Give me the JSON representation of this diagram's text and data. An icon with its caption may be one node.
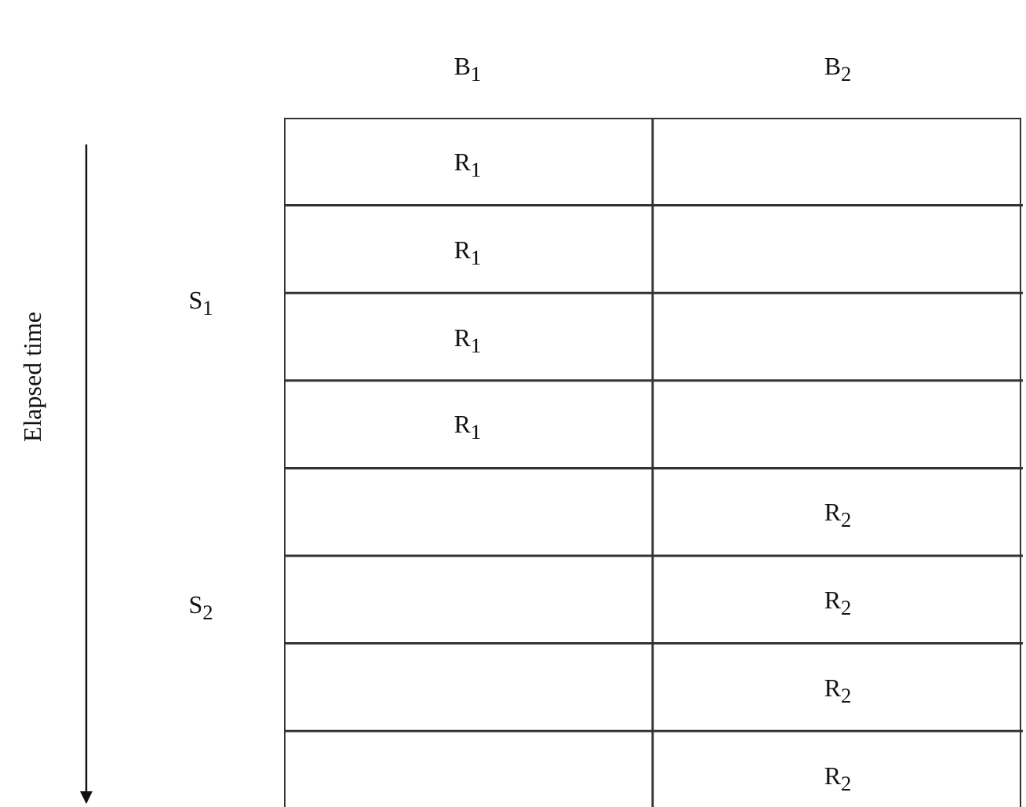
{
  "diagram": {
    "labels": [
      "B$_{1}$",
      "B$_{2}$",
      "Elapsed time",
      "S$_{1}$",
      "S$_{2}$",
      "R$_{1}$",
      "R$_{1}$",
      "R$_{1}$",
      "R$_{1}$",
      "R$_{2}$",
      "R$_{2}$",
      "R$_{2}$",
      "R$_{2}$"
    ]
  }
}
